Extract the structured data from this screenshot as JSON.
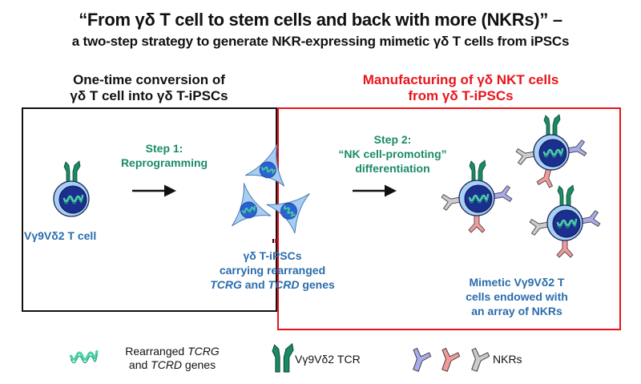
{
  "title": {
    "line1": "“From γδ T cell to stem cells and back with more (NKRs)” –",
    "line2": "a two-step strategy to generate NKR-expressing mimetic γδ T cells from iPSCs"
  },
  "sections": {
    "left": {
      "line1": "One-time conversion of",
      "line2": "γδ T cell into γδ T-iPSCs",
      "color": "#111111"
    },
    "right": {
      "line1": "Manufacturing of γδ NKT cells",
      "line2": "from γδ T-iPSCs",
      "color": "#e8141b"
    }
  },
  "steps": {
    "step1": {
      "line1": "Step 1:",
      "line2": "Reprogramming"
    },
    "step2": {
      "line1": "Step 2:",
      "line2": "“NK cell-promoting”",
      "line3": "differentiation"
    }
  },
  "labels": {
    "t_cell": "Vγ9Vδ2 T cell",
    "ipsc": {
      "line1": "γδ T-iPSCs",
      "line2": "carrying rearranged",
      "line3_a": "TCRG",
      "line3_b": " and ",
      "line3_c": "TCRD",
      "line3_d": " genes"
    },
    "mimetic": {
      "line1": "Mimetic Vγ9Vδ2 T",
      "line2": "cells endowed with",
      "line3": "an array of NKRs"
    }
  },
  "legend": {
    "genes": {
      "line1_a": "Rearranged ",
      "line1_b": "TCRG",
      "line2_a": "and ",
      "line2_b": "TCRD",
      "line2_c": " genes"
    },
    "tcr": "Vγ9Vδ2 TCR",
    "nkrs": "NKRs"
  },
  "colors": {
    "step_green": "#1a8a6a",
    "label_blue": "#2a6cad",
    "tcr_green": "#1a8a62",
    "nucleus": "#1b2f8f",
    "cytoplasm": "#a9cff5",
    "ipsc_body": "#a6cdf2",
    "ipsc_nucleus": "#2a62d6",
    "dna": "#4fd1a8",
    "nkr_purple": "#a8acea",
    "nkr_pink": "#f39a9a",
    "nkr_gray": "#cccccc"
  }
}
